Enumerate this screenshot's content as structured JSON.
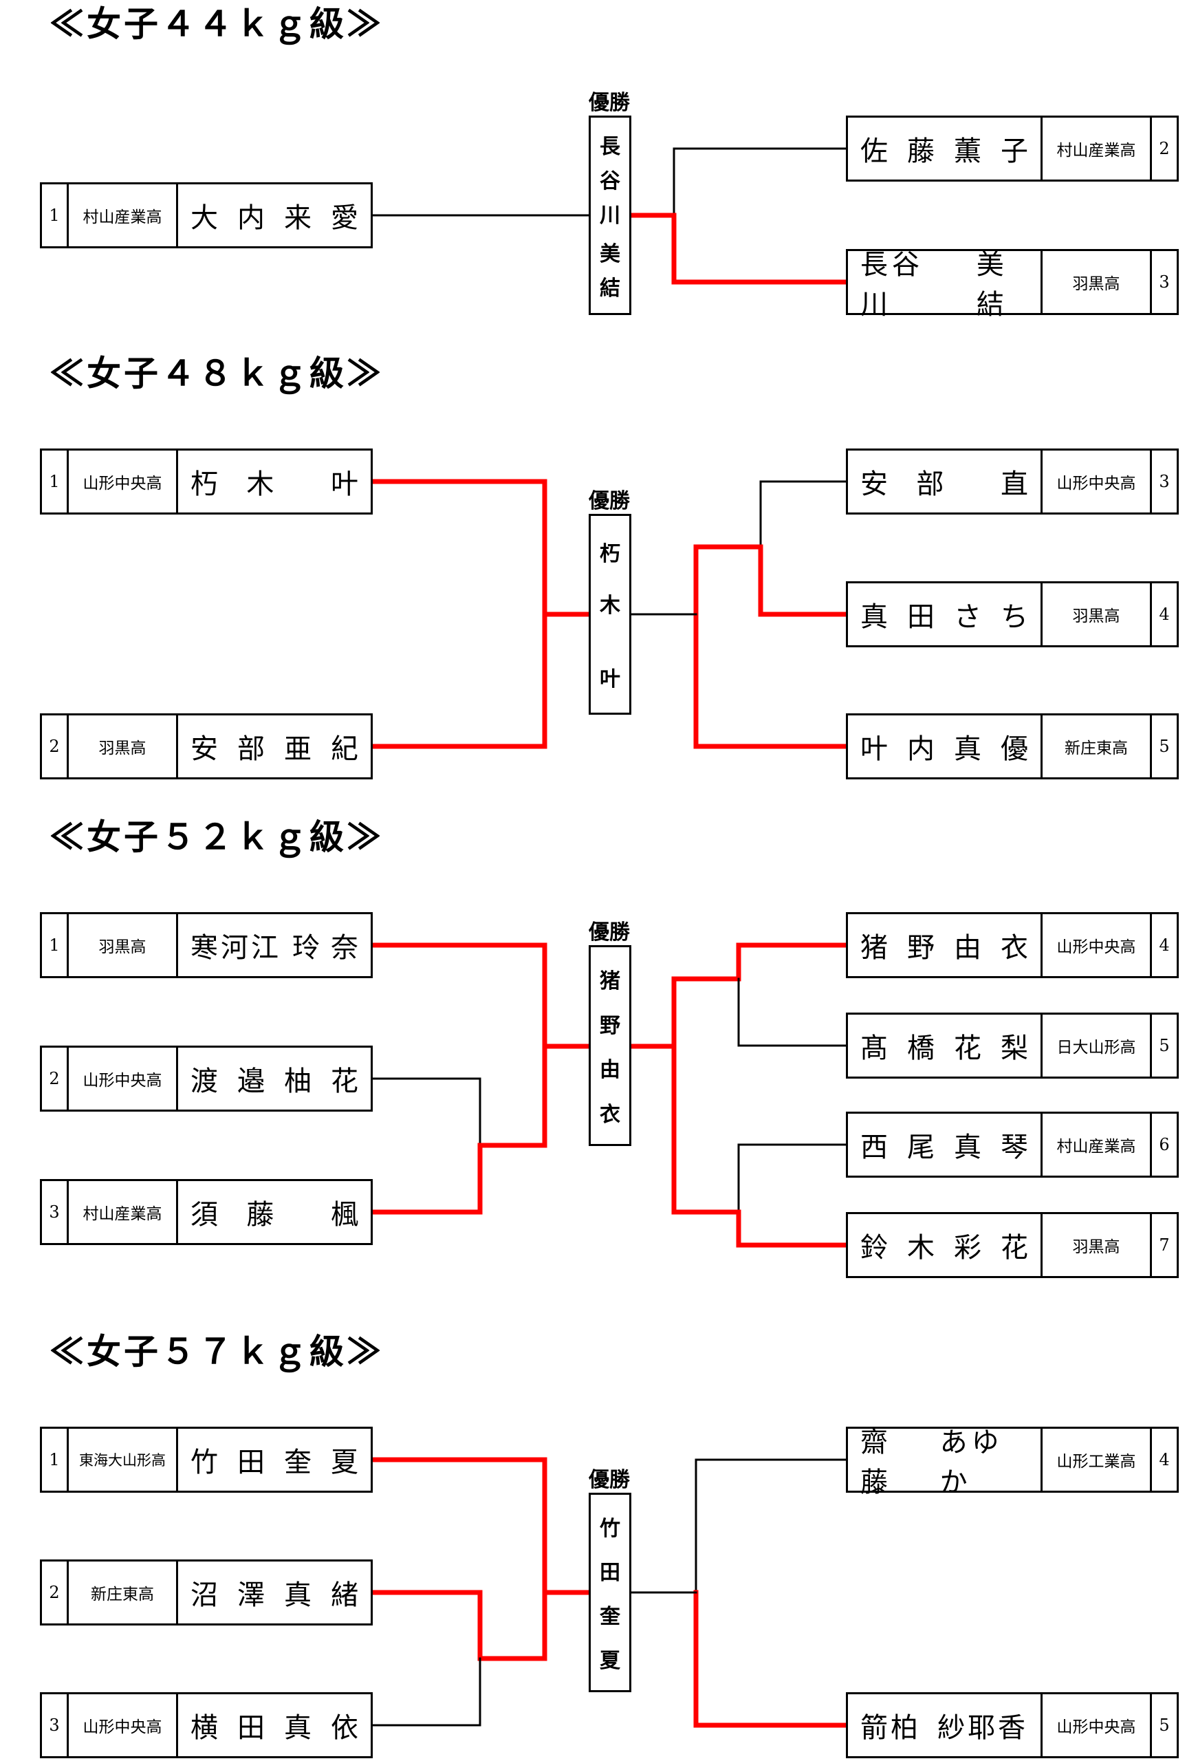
{
  "brackets": [
    {
      "title": "≪女子４４ｋｇ級≫",
      "champion_label": "優勝",
      "champion": [
        "長",
        "谷",
        "川",
        "",
        "美",
        "結"
      ],
      "entries": [
        {
          "seed": "1",
          "school": "村山産業高",
          "name": [
            "大",
            "内",
            "来",
            "愛"
          ]
        },
        {
          "seed": "2",
          "school": "村山産業高",
          "name": [
            "佐",
            "藤",
            "薫",
            "子"
          ]
        },
        {
          "seed": "3",
          "school": "羽黒高",
          "name": [
            "長谷川",
            "美結"
          ]
        }
      ]
    },
    {
      "title": "≪女子４８ｋｇ級≫",
      "champion_label": "優勝",
      "champion": [
        "朽",
        "木",
        "",
        "叶"
      ],
      "entries": [
        {
          "seed": "1",
          "school": "山形中央高",
          "name": [
            "朽",
            "木",
            "",
            "叶"
          ]
        },
        {
          "seed": "2",
          "school": "羽黒高",
          "name": [
            "安",
            "部",
            "亜",
            "紀"
          ]
        },
        {
          "seed": "3",
          "school": "山形中央高",
          "name": [
            "安",
            "部",
            "",
            "直"
          ]
        },
        {
          "seed": "4",
          "school": "羽黒高",
          "name": [
            "真",
            "田",
            "さ",
            "ち"
          ]
        },
        {
          "seed": "5",
          "school": "新庄東高",
          "name": [
            "叶",
            "内",
            "真",
            "優"
          ]
        }
      ]
    },
    {
      "title": "≪女子５２ｋｇ級≫",
      "champion_label": "優勝",
      "champion": [
        "猪",
        "野",
        "由",
        "衣"
      ],
      "entries": [
        {
          "seed": "1",
          "school": "羽黒高",
          "name": [
            "寒河江",
            "玲",
            "奈"
          ]
        },
        {
          "seed": "2",
          "school": "山形中央高",
          "name": [
            "渡",
            "邉",
            "柚",
            "花"
          ]
        },
        {
          "seed": "3",
          "school": "村山産業高",
          "name": [
            "須",
            "藤",
            "",
            "楓"
          ]
        },
        {
          "seed": "4",
          "school": "山形中央高",
          "name": [
            "猪",
            "野",
            "由",
            "衣"
          ]
        },
        {
          "seed": "5",
          "school": "日大山形高",
          "name": [
            "髙",
            "橋",
            "花",
            "梨"
          ]
        },
        {
          "seed": "6",
          "school": "村山産業高",
          "name": [
            "西",
            "尾",
            "真",
            "琴"
          ]
        },
        {
          "seed": "7",
          "school": "羽黒高",
          "name": [
            "鈴",
            "木",
            "彩",
            "花"
          ]
        }
      ]
    },
    {
      "title": "≪女子５７ｋｇ級≫",
      "champion_label": "優勝",
      "champion": [
        "竹",
        "田",
        "奎",
        "夏"
      ],
      "entries": [
        {
          "seed": "1",
          "school": "東海大山形高",
          "name": [
            "竹",
            "田",
            "奎",
            "夏"
          ]
        },
        {
          "seed": "2",
          "school": "新庄東高",
          "name": [
            "沼",
            "澤",
            "真",
            "緒"
          ]
        },
        {
          "seed": "3",
          "school": "山形中央高",
          "name": [
            "横",
            "田",
            "真",
            "依"
          ]
        },
        {
          "seed": "4",
          "school": "山形工業高",
          "name": [
            "齋藤",
            "あゆか"
          ]
        },
        {
          "seed": "5",
          "school": "山形中央高",
          "name": [
            "箭柏",
            "紗耶香"
          ]
        }
      ]
    }
  ],
  "colors": {
    "winner_line": "#ff0000",
    "loser_line": "#000000"
  }
}
